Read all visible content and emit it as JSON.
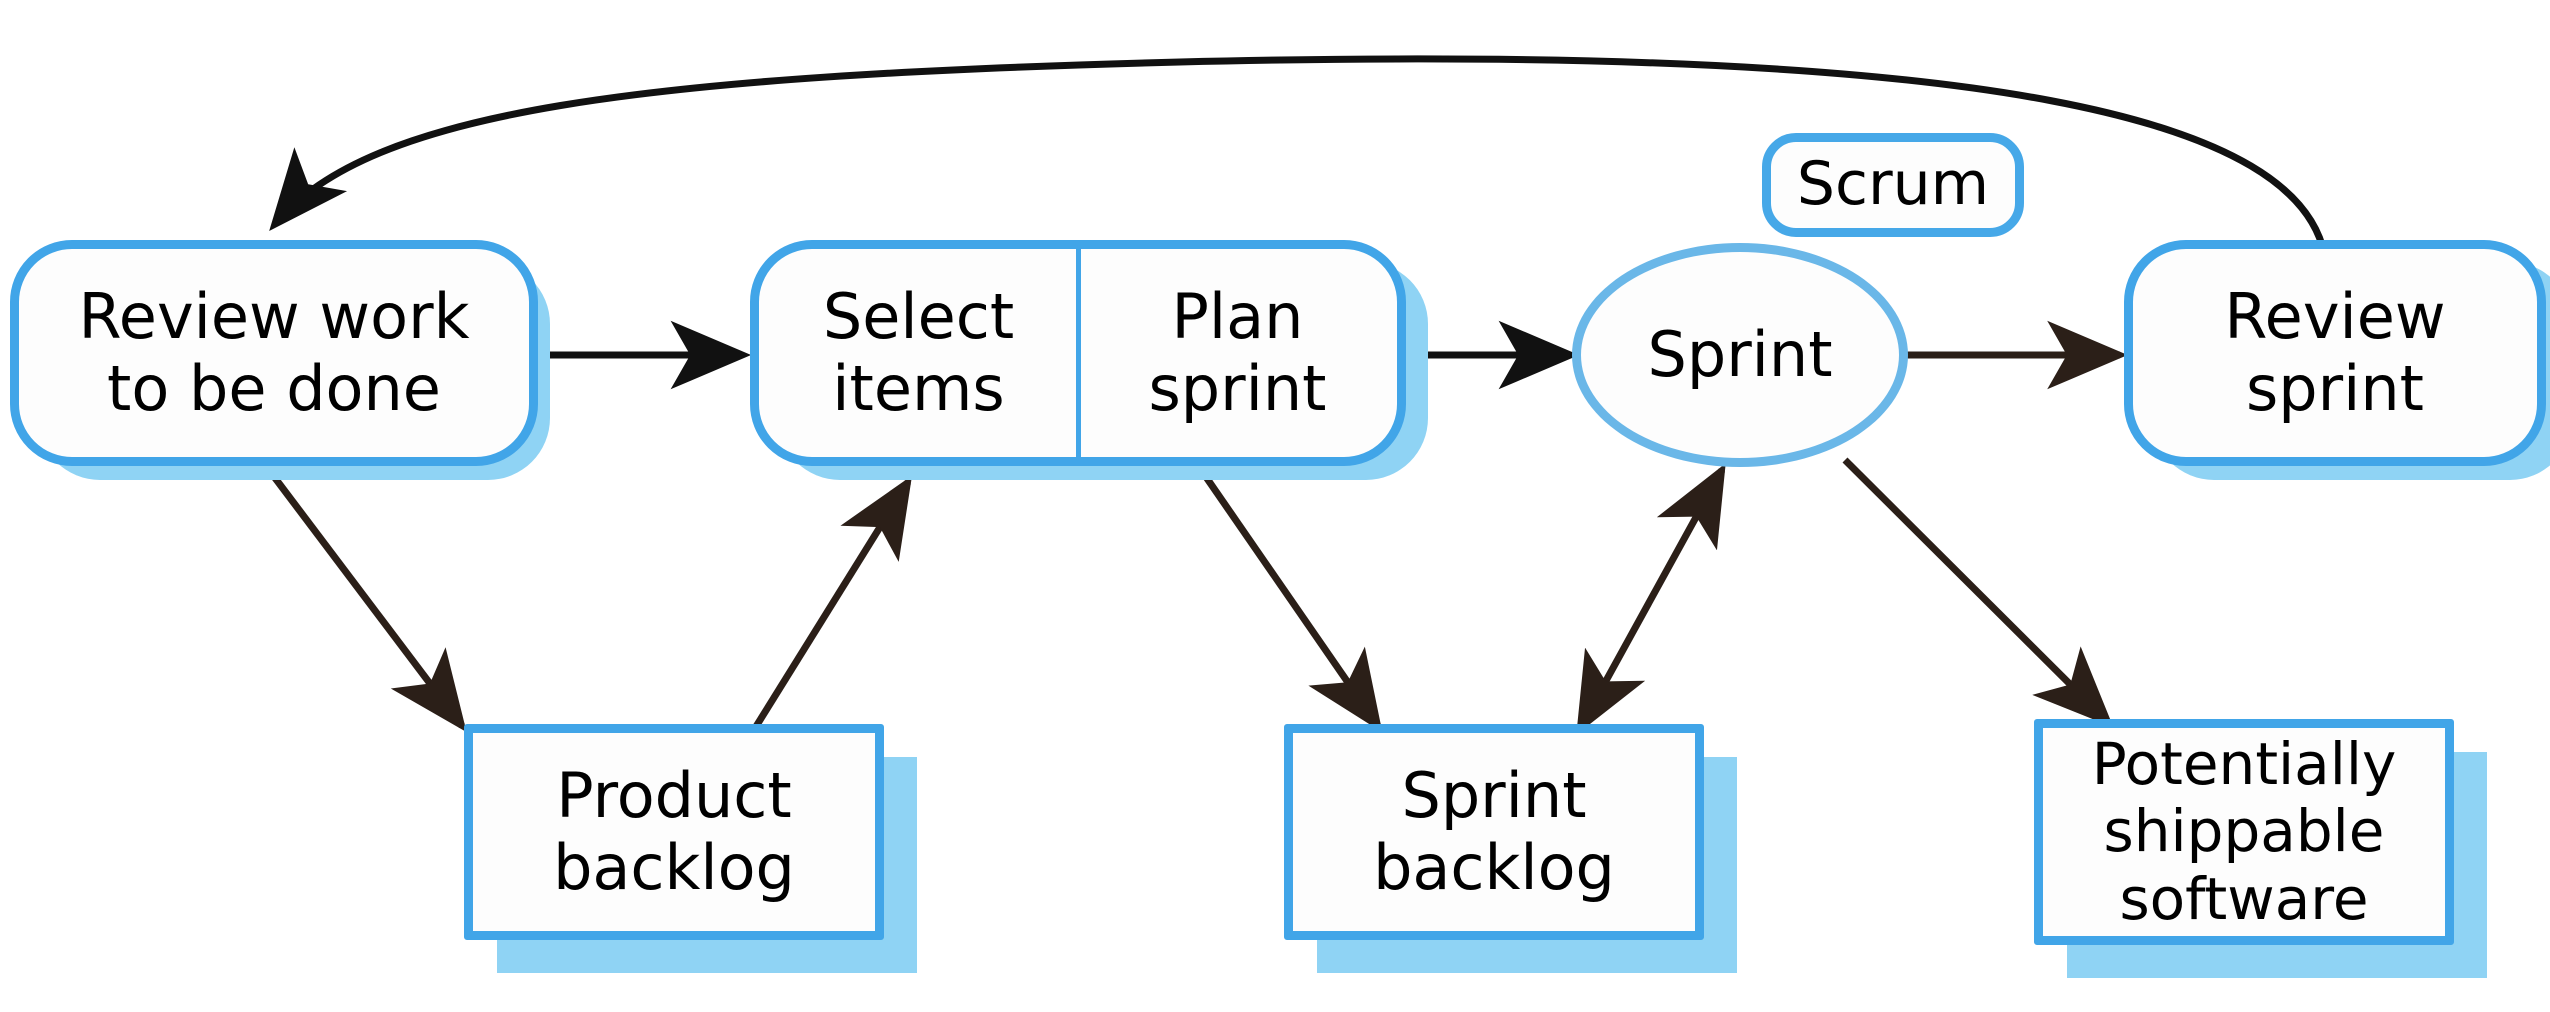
{
  "diagram": {
    "title": "Scrum",
    "type": "process-flow",
    "accent_color": "#41a5e8",
    "shadow_color": "#8fd3f4",
    "arrow_color": "#2b1f18",
    "background": "#ffffff"
  },
  "nodes": {
    "review_work": {
      "label": "Review work\nto be done",
      "shape": "rounded-rectangle"
    },
    "select_items": {
      "label": "Select\nitems",
      "shape": "rounded-rectangle-left-half"
    },
    "plan_sprint": {
      "label": "Plan\nsprint",
      "shape": "rounded-rectangle-right-half"
    },
    "sprint": {
      "label": "Sprint",
      "shape": "ellipse"
    },
    "review_sprint": {
      "label": "Review\nsprint",
      "shape": "rounded-rectangle"
    },
    "scrum_tag": {
      "label": "Scrum",
      "shape": "rounded-tag"
    },
    "product_backlog": {
      "label": "Product\nbacklog",
      "shape": "document"
    },
    "sprint_backlog": {
      "label": "Sprint\nbacklog",
      "shape": "document"
    },
    "potentially_shippable": {
      "label": "Potentially\nshippable\nsoftware",
      "shape": "document"
    }
  },
  "edges": [
    {
      "from": "review_work",
      "to": "select_items",
      "style": "straight",
      "heads": 1
    },
    {
      "from": "plan_sprint",
      "to": "sprint",
      "style": "straight",
      "heads": 1
    },
    {
      "from": "sprint",
      "to": "review_sprint",
      "style": "straight",
      "heads": 1
    },
    {
      "from": "review_sprint",
      "to": "review_work",
      "style": "curved",
      "heads": 1
    },
    {
      "from": "review_work",
      "to": "product_backlog",
      "style": "straight",
      "heads": 1
    },
    {
      "from": "product_backlog",
      "to": "select_items",
      "style": "straight",
      "heads": 1
    },
    {
      "from": "plan_sprint",
      "to": "sprint_backlog",
      "style": "straight",
      "heads": 1
    },
    {
      "from": "sprint_backlog",
      "to": "sprint",
      "style": "straight",
      "heads": 2
    },
    {
      "from": "sprint",
      "to": "potentially_shippable",
      "style": "straight",
      "heads": 1
    }
  ]
}
